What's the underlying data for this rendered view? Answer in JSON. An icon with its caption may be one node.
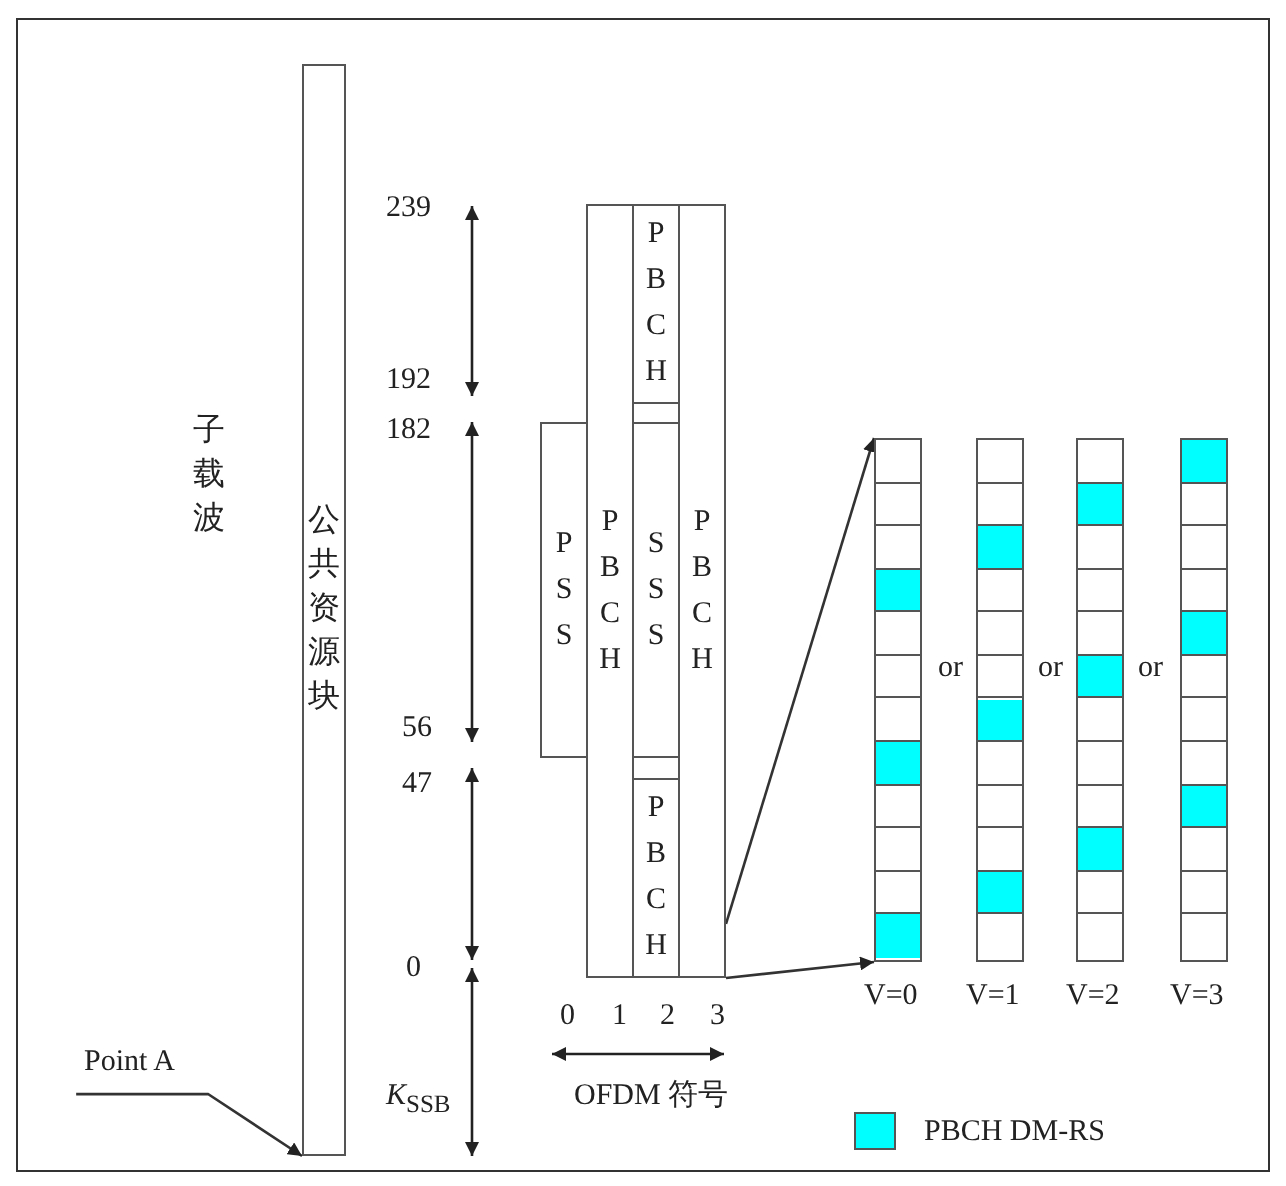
{
  "diagram": {
    "nodes": [
      {
        "text": [
          "公共资源块"
        ]
      },
      {
        "text": [
          "Point A"
        ]
      },
      {
        "text": [
          "PSS"
        ]
      },
      {
        "text": [
          "PBCH"
        ]
      },
      {
        "text": [
          "PBCH"
        ]
      },
      {
        "text": [
          "SSS"
        ]
      },
      {
        "text": [
          "PBCH"
        ]
      },
      {
        "text": [
          "PBCH"
        ]
      },
      {
        "text": [],
        "shape": "bar",
        "beside": [
          "V=0"
        ]
      },
      {
        "text": [],
        "shape": "bar",
        "beside": [
          "V=1"
        ]
      },
      {
        "text": [],
        "shape": "bar",
        "beside": [
          "V=2"
        ]
      },
      {
        "text": [],
        "shape": "bar",
        "beside": [
          "V=3"
        ]
      }
    ],
    "edges": [
      {
        "from": 1,
        "to": 0,
        "arrow": "to"
      },
      {
        "from": 7,
        "to": 8,
        "arrow": "to"
      },
      {
        "from": 7,
        "to": 8,
        "arrow": "to"
      }
    ],
    "labels": [
      "239",
      "192",
      "子载波",
      "182",
      "or",
      "or",
      "or",
      "56",
      "47",
      "0",
      "0",
      "1",
      "2",
      "3",
      "*K*$_{SSB}$",
      "OFDM 符号"
    ],
    "legend": [
      {
        "text": "PBCH DM-RS",
        "color": "#00ffff"
      }
    ]
  }
}
